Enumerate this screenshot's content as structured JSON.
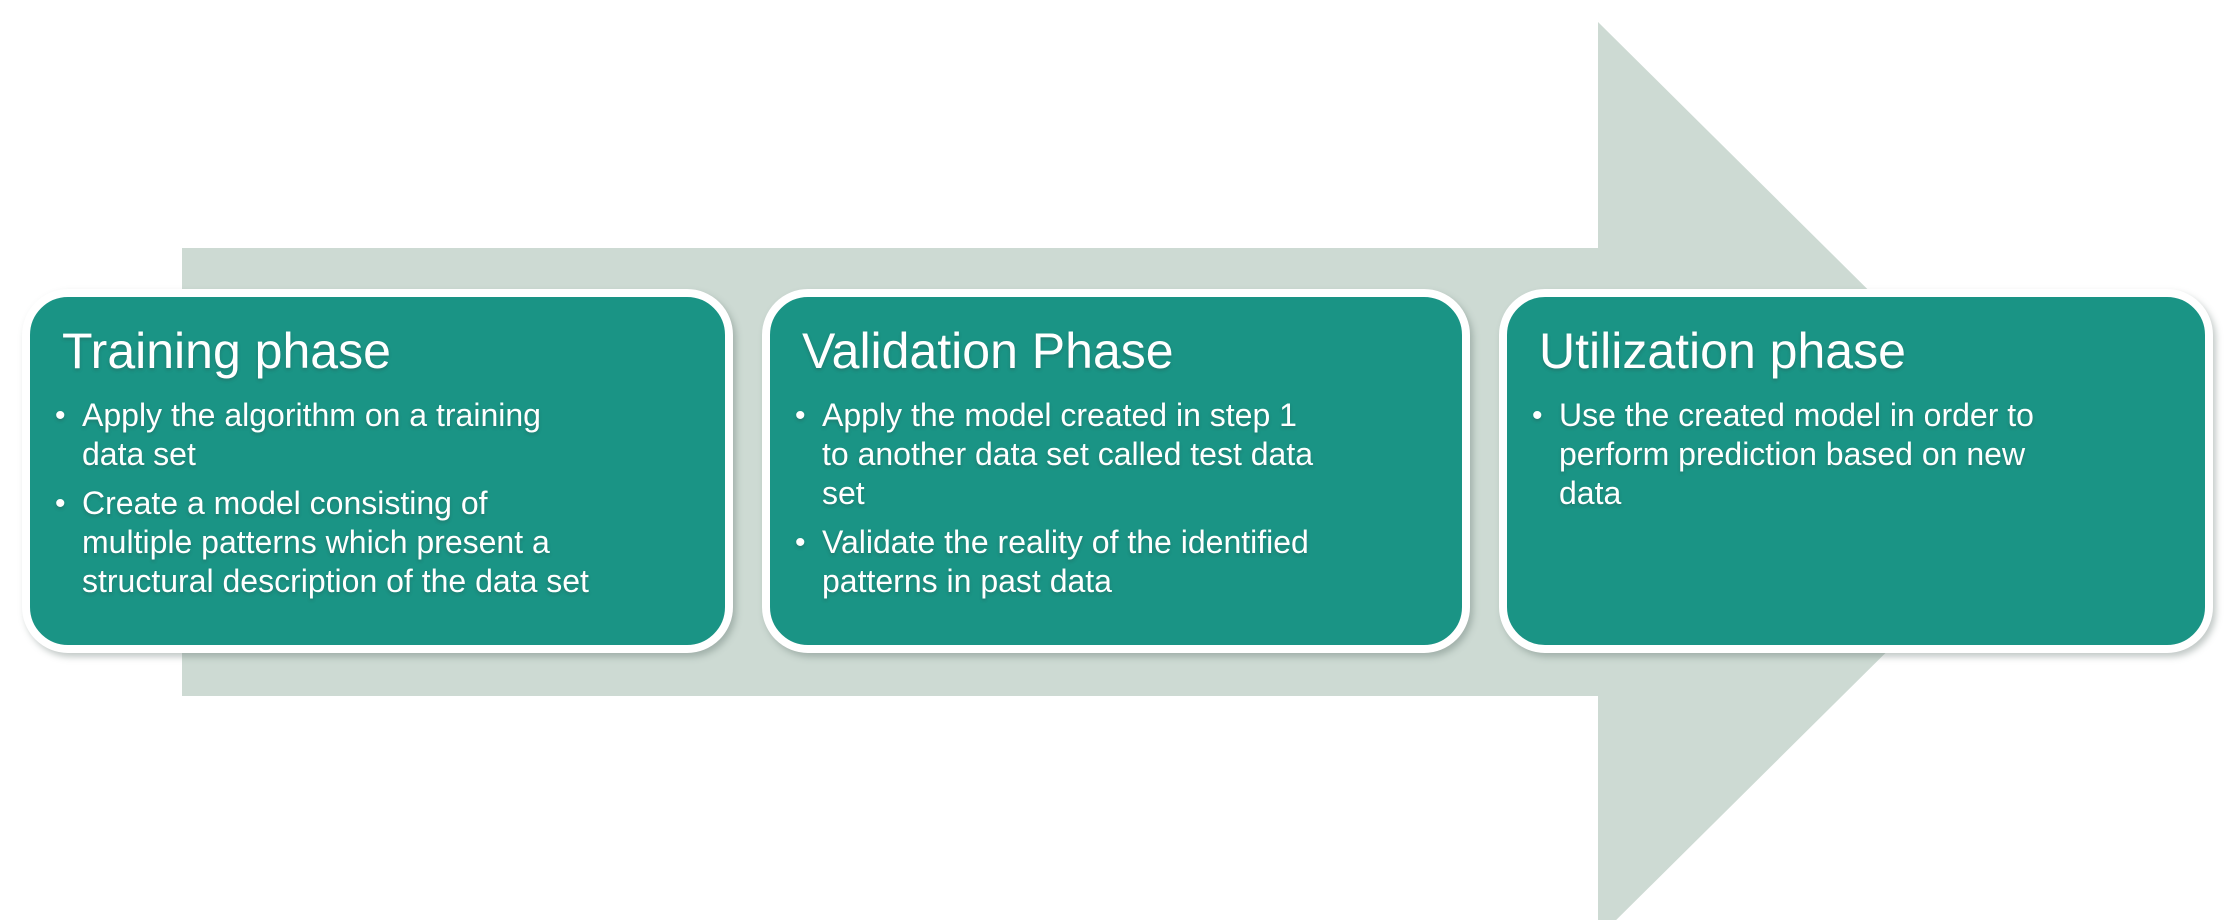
{
  "colors": {
    "background": "#ffffff",
    "arrow": "#cddad3",
    "box": "#1a9485",
    "box_border": "#ffffff",
    "text": "#ffffff"
  },
  "diagram": {
    "bullet_char": "•",
    "phases": [
      {
        "title": "Training phase",
        "bullets": [
          "Apply the algorithm on a training\ndata set",
          "Create a model consisting of\nmultiple patterns which present a\nstructural description of the data set"
        ]
      },
      {
        "title": "Validation Phase",
        "bullets": [
          "Apply the model created in step 1\nto another data set called test data\nset",
          "Validate the reality of the identified\npatterns in past data"
        ]
      },
      {
        "title": "Utilization phase",
        "bullets": [
          "Use the created model in order to\nperform prediction based on new\ndata"
        ]
      }
    ]
  }
}
